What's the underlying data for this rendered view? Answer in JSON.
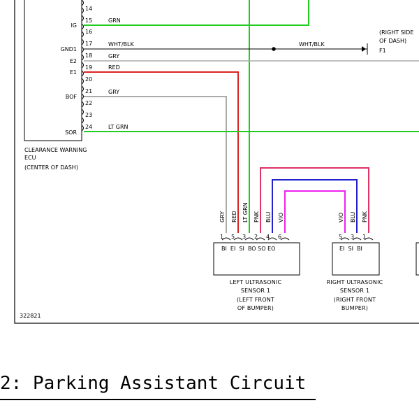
{
  "ecu": {
    "pins": [
      "14",
      "15",
      "16",
      "17",
      "18",
      "19",
      "20",
      "21",
      "22",
      "23",
      "24"
    ],
    "terminals": {
      "ig": "IG",
      "gnd1": "GND1",
      "e2": "E2",
      "e1": "E1",
      "bof": "BOF",
      "sor": "SOR"
    },
    "caption_lines": [
      "CLEARANCE WARNING",
      "ECU",
      "(CENTER OF DASH)"
    ]
  },
  "wires": {
    "grn": "GRN",
    "wht_blk": "WHT/BLK",
    "gry_18": "GRY",
    "red": "RED",
    "gry_21": "GRY",
    "lt_grn": "LT GRN",
    "wht_blk_right": "WHT/BLK"
  },
  "ground": {
    "label_lines": [
      "(RIGHT SIDE",
      "OF DASH)"
    ],
    "id": "F1"
  },
  "left_sensor": {
    "wires": [
      "GRY",
      "RED",
      "LT GRN",
      "PNK",
      "BLU",
      "VIO"
    ],
    "pins": [
      "1",
      "5",
      "3",
      "2",
      "4",
      "6"
    ],
    "terminals": "BI  EI  SI  BO SO EO",
    "caption_lines": [
      "LEFT ULTRASONIC",
      "SENSOR 1",
      "(LEFT FRONT",
      "OF BUMPER)"
    ]
  },
  "right_sensor": {
    "wires": [
      "VIO",
      "BLU",
      "PNK"
    ],
    "pins": [
      "5",
      "3",
      "1"
    ],
    "terminals": "EI  SI  BI",
    "caption_lines": [
      "RIGHT ULTRASONIC",
      "SENSOR 1",
      "(RIGHT FRONT",
      "BUMPER)"
    ]
  },
  "diagram_id": "322821",
  "caption": "2: Parking Assistant Circuit",
  "colors": {
    "green": "#22cc22",
    "red": "#dd2222",
    "gray": "#aaaaaa",
    "blue": "#2222cc",
    "violet": "#ee22ee",
    "pink": "#dd3366",
    "black": "#000000"
  }
}
